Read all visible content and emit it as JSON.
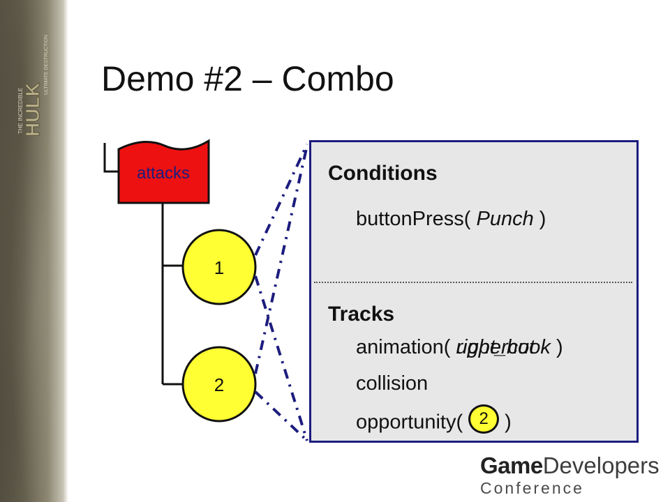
{
  "slide": {
    "title": "Demo #2 – Combo"
  },
  "logo": {
    "text": "THE INCREDIBLE HULK ULTIMATE DESTRUCTION",
    "icon": "hulk-logo-icon"
  },
  "tree": {
    "root_label": "attacks",
    "nodes": [
      {
        "label": "1"
      },
      {
        "label": "2"
      }
    ]
  },
  "panel": {
    "conditions_heading": "Conditions",
    "condition": {
      "func": "buttonPress(",
      "arg": "Punch",
      "close": ")"
    },
    "tracks_heading": "Tracks",
    "animation": {
      "func": "animation(",
      "arg1": "right_hook",
      "arg2": "uppercut",
      "close": ")"
    },
    "collision": "collision",
    "opportunity": {
      "func": "opportunity(",
      "node": "2",
      "close": ")"
    }
  },
  "branding": {
    "game": "Game",
    "developers": "Developers",
    "conference": "Conference"
  },
  "colors": {
    "root_fill": "#ee1111",
    "node_fill": "#ffff33",
    "panel_border": "#1c1c7e",
    "connector": "#1c1c7e",
    "root_text": "#1c1c7e"
  }
}
